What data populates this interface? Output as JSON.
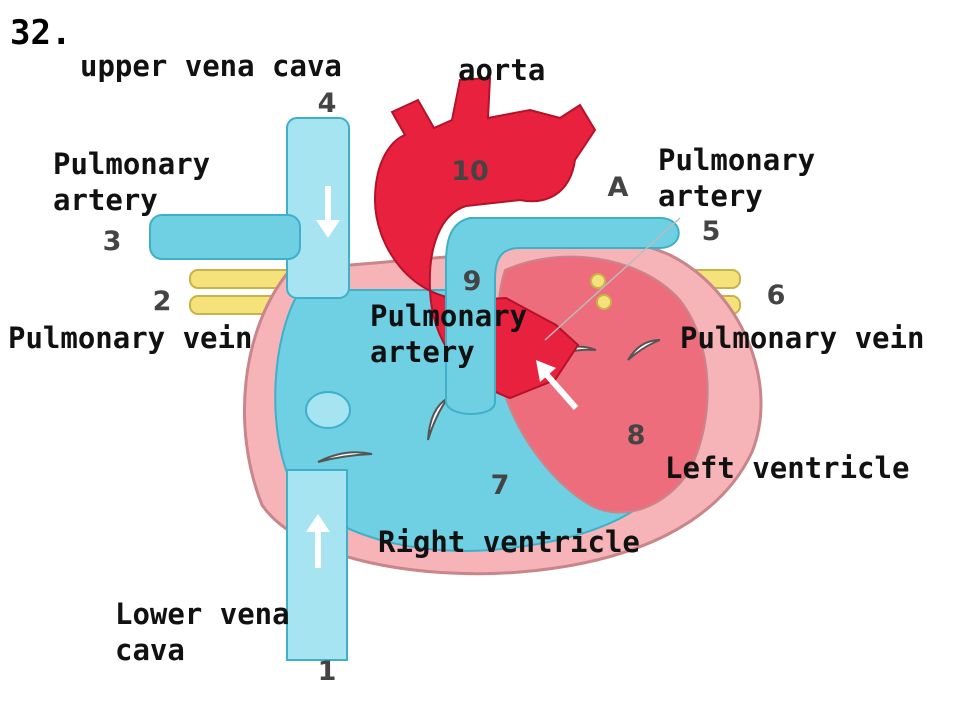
{
  "question_number": "32.",
  "labels": {
    "upper_vena_cava": "upper vena cava",
    "aorta": "aorta",
    "pulmonary_artery_left": "Pulmonary artery",
    "pulmonary_artery_right": "Pulmonary artery",
    "pulmonary_artery_center": "Pulmonary artery",
    "pulmonary_vein_left": "Pulmonary vein",
    "pulmonary_vein_right": "Pulmonary vein",
    "left_ventricle": "Left ventricle",
    "right_ventricle": "Right ventricle",
    "lower_vena_cava": "Lower vena cava"
  },
  "markers": {
    "n1": "1",
    "n2": "2",
    "n3": "3",
    "n4": "4",
    "n5": "5",
    "n6": "6",
    "n7": "7",
    "n8": "8",
    "n9": "9",
    "n10": "10",
    "A": "A"
  },
  "colors": {
    "deoxygenated": "#6fcfe3",
    "deoxygenated_dark": "#3fb0c8",
    "vena_cava": "#a6e4f2",
    "oxygenated": "#e8213e",
    "heart_wall": "#f6b4b8",
    "heart_outline": "#c9868a",
    "left_ventricle": "#ee6d7c",
    "pulmonary_vein": "#f6e27a"
  }
}
